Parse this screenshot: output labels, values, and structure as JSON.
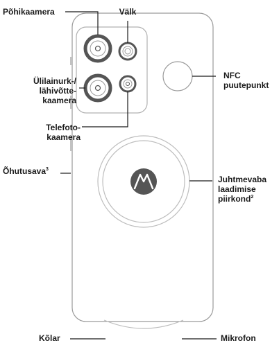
{
  "labels": {
    "main_camera": "Põhikaamera",
    "flash": "Välk",
    "ultrawide_camera": "Ülilainurk-/\nlähivõtte-\nkaamera",
    "telephoto_camera": "Telefoto-\nkaamera",
    "safety_cord": "Õhutusava",
    "safety_cord_note": "3",
    "nfc": "NFC\npuutepunkt",
    "wireless_charging": "Juhtmevaba\nlaadimise\npiirkond",
    "wireless_charging_note": "2",
    "speaker": "Kõlar",
    "microphone": "Mikrofon"
  },
  "colors": {
    "outline": "#9a9a9a",
    "ring": "#bdbdbd",
    "lens_ring": "#555555",
    "logo_fill": "#555555",
    "leader": "#1a1a1a",
    "text": "#1a1a1a"
  },
  "icons": {
    "logo": "motorola-logo-icon"
  }
}
